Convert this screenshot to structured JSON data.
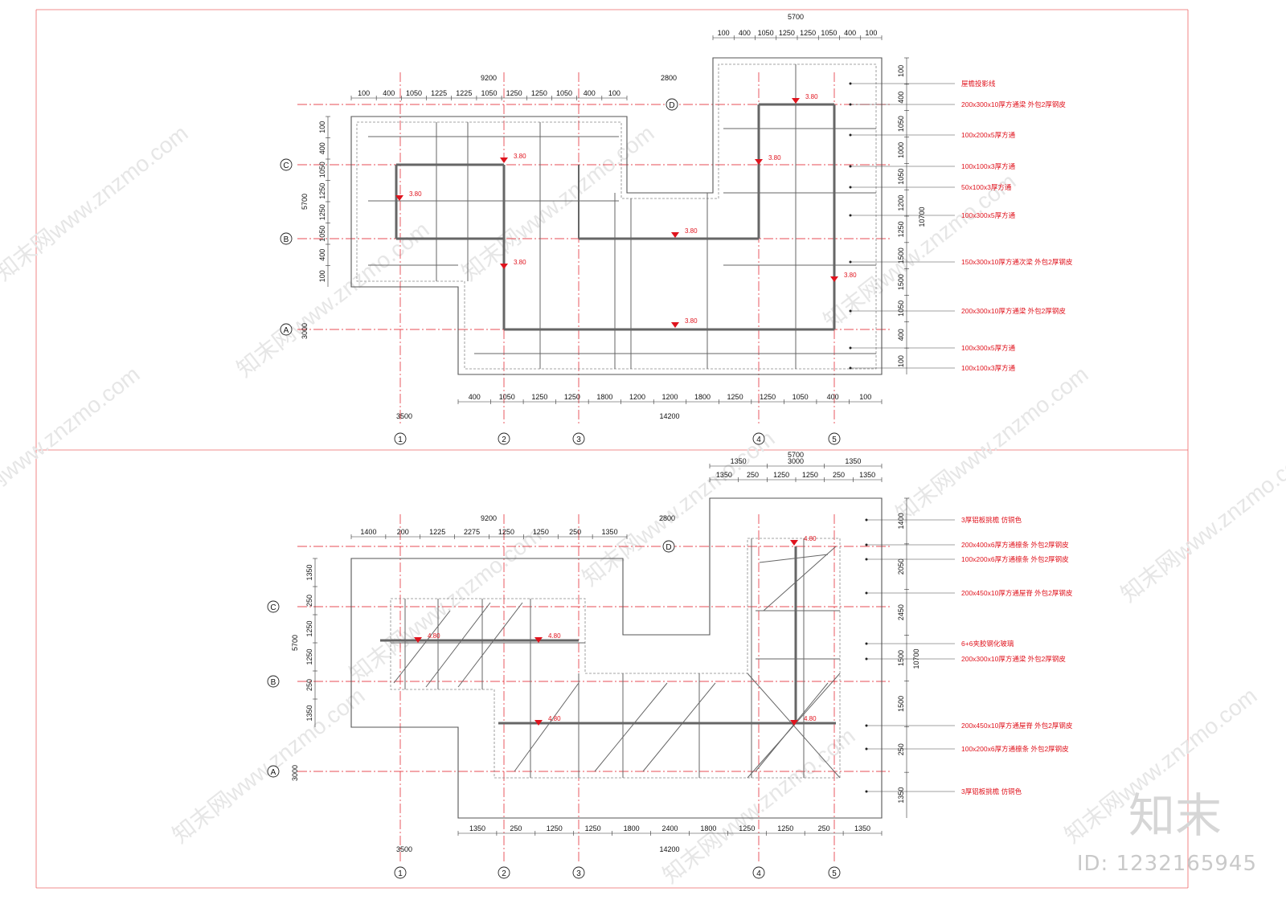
{
  "sheet": {
    "watermark_text": "知末网www.znzmo.com",
    "brand": "知末",
    "id_label": "ID: 1232165945"
  },
  "top_plan": {
    "elevation": "3.80",
    "overall": {
      "left_width": "9200",
      "mid_width": "2800",
      "right_top_width": "5700",
      "bottom_left": "3500",
      "bottom_total": "14200",
      "height_total": "10700",
      "left_h1": "5700",
      "left_h2": "3000"
    },
    "top_left_dims": [
      "100",
      "400",
      "1050",
      "1225",
      "1225",
      "1050",
      "1250",
      "1250",
      "1050",
      "400",
      "100"
    ],
    "top_right_dims": [
      "100",
      "400",
      "1050",
      "1250",
      "1250",
      "1050",
      "400",
      "100"
    ],
    "bottom_dims": [
      "400",
      "1050",
      "1250",
      "1250",
      "1800",
      "1200",
      "1200",
      "1800",
      "1250",
      "1250",
      "1050",
      "400",
      "100"
    ],
    "left_dims": [
      "100",
      "400",
      "1050",
      "1250",
      "1250",
      "1050",
      "400",
      "100"
    ],
    "right_dims": [
      "100",
      "400",
      "1050",
      "1000",
      "1050",
      "1200",
      "1250",
      "1500",
      "1500",
      "1050",
      "400",
      "100"
    ],
    "labels": [
      "屋檐投影线",
      "200x300x10厚方通梁 外包2厚钢皮",
      "100x200x5厚方通",
      "100x100x3厚方通",
      "50x100x3厚方通",
      "100x300x5厚方通",
      "150x300x10厚方通次梁 外包2厚钢皮",
      "200x300x10厚方通梁 外包2厚钢皮",
      "100x300x5厚方通",
      "100x100x3厚方通"
    ]
  },
  "bottom_plan": {
    "elevation": "4.80",
    "overall": {
      "left_width": "9200",
      "mid_width": "2800",
      "right_top_width": "5700",
      "bottom_left": "3500",
      "bottom_total": "14200",
      "height_total": "10700",
      "left_h1": "5700",
      "left_h2": "3000"
    },
    "top_left_dims": [
      "1400",
      "200",
      "1225",
      "2275",
      "1250",
      "1250",
      "250",
      "1350"
    ],
    "top_right_a": [
      "1350",
      "3000",
      "1350"
    ],
    "top_right_b": [
      "1350",
      "250",
      "1250",
      "1250",
      "250",
      "1350"
    ],
    "bottom_dims": [
      "1350",
      "250",
      "1250",
      "1250",
      "1800",
      "2400",
      "1800",
      "1250",
      "1250",
      "250",
      "1350"
    ],
    "left_dims": [
      "1350",
      "250",
      "1250",
      "1250",
      "250",
      "1350"
    ],
    "right_dims": [
      "1400",
      "2050",
      "2450",
      "1500",
      "1500",
      "250",
      "1350"
    ],
    "labels": [
      "3厚铝板挑檐 仿铜色",
      "200x400x6厚方通檩条 外包2厚钢皮",
      "100x200x6厚方通檩条 外包2厚钢皮",
      "200x450x10厚方通屋脊 外包2厚钢皮",
      "6+6夹胶钢化玻璃",
      "200x300x10厚方通梁 外包2厚钢皮",
      "200x450x10厚方通屋脊 外包2厚钢皮",
      "100x200x6厚方通檩条 外包2厚钢皮",
      "3厚铝板挑檐 仿铜色"
    ]
  },
  "axes": {
    "columns": [
      "1",
      "2",
      "3",
      "4",
      "5"
    ],
    "rows": [
      "A",
      "B",
      "C",
      "D"
    ]
  }
}
